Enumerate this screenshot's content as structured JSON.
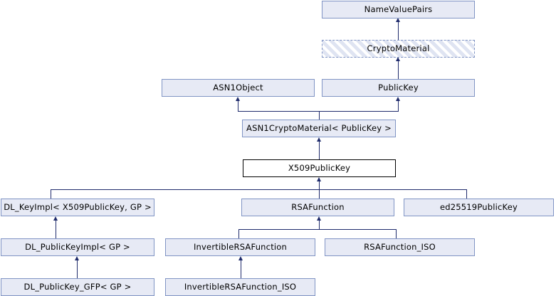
{
  "diagram": {
    "title": "X509PublicKey inheritance diagram",
    "type": "uml-inheritance",
    "colors": {
      "node_fill": "#e7eaf5",
      "node_border": "#8094c4",
      "current_fill": "#ffffff",
      "current_border": "#000000",
      "edge": "#1f2b6c",
      "hatch": "#dfe4f2",
      "background": "#ffffff"
    },
    "nodes": [
      {
        "id": "namevaluepairs",
        "label": "NameValuePairs",
        "kind": "class"
      },
      {
        "id": "cryptomaterial",
        "label": "CryptoMaterial",
        "kind": "abstract"
      },
      {
        "id": "asn1object",
        "label": "ASN1Object",
        "kind": "class"
      },
      {
        "id": "publickey",
        "label": "PublicKey",
        "kind": "class"
      },
      {
        "id": "asn1cryptomaterial",
        "label": "ASN1CryptoMaterial< PublicKey >",
        "kind": "class"
      },
      {
        "id": "x509publickey",
        "label": "X509PublicKey",
        "kind": "current"
      },
      {
        "id": "dl_keyimpl",
        "label": "DL_KeyImpl< X509PublicKey, GP >",
        "kind": "class"
      },
      {
        "id": "rsafunction",
        "label": "RSAFunction",
        "kind": "class"
      },
      {
        "id": "ed25519publickey",
        "label": "ed25519PublicKey",
        "kind": "class"
      },
      {
        "id": "dl_publickeyimpl",
        "label": "DL_PublicKeyImpl< GP >",
        "kind": "class"
      },
      {
        "id": "invertiblersafunction",
        "label": "InvertibleRSAFunction",
        "kind": "class"
      },
      {
        "id": "rsafunction_iso",
        "label": "RSAFunction_ISO",
        "kind": "class"
      },
      {
        "id": "dl_publickey_gfp",
        "label": "DL_PublicKey_GFP< GP >",
        "kind": "class"
      },
      {
        "id": "invertiblersafunction_iso",
        "label": "InvertibleRSAFunction_ISO",
        "kind": "class"
      }
    ],
    "edges": [
      {
        "from": "cryptomaterial",
        "to": "namevaluepairs"
      },
      {
        "from": "asn1cryptomaterial",
        "to": "asn1object"
      },
      {
        "from": "asn1cryptomaterial",
        "to": "publickey"
      },
      {
        "from": "publickey",
        "to": "cryptomaterial"
      },
      {
        "from": "x509publickey",
        "to": "asn1cryptomaterial"
      },
      {
        "from": "dl_keyimpl",
        "to": "x509publickey"
      },
      {
        "from": "rsafunction",
        "to": "x509publickey"
      },
      {
        "from": "ed25519publickey",
        "to": "x509publickey"
      },
      {
        "from": "dl_publickeyimpl",
        "to": "dl_keyimpl"
      },
      {
        "from": "invertiblersafunction",
        "to": "rsafunction"
      },
      {
        "from": "rsafunction_iso",
        "to": "rsafunction"
      },
      {
        "from": "dl_publickey_gfp",
        "to": "dl_publickeyimpl"
      },
      {
        "from": "invertiblersafunction_iso",
        "to": "invertiblersafunction"
      }
    ]
  }
}
